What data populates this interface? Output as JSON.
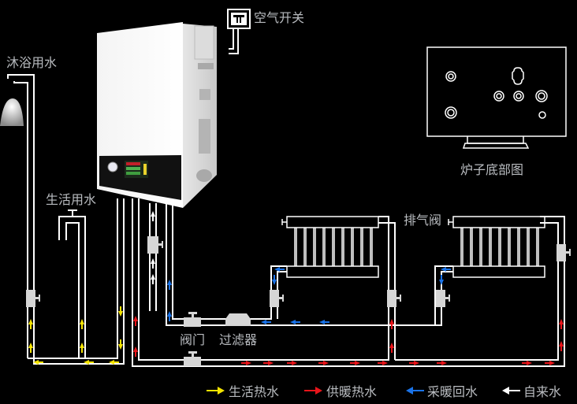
{
  "title": "电采暖炉安装示意图",
  "labels": {
    "air_switch": "空气开关",
    "shower_water": "沐浴用水",
    "domestic_water": "生活用水",
    "valve": "阀门",
    "filter": "过滤器",
    "air_vent": "排气阀",
    "boiler_bottom_view": "炉子底部图"
  },
  "legend": [
    {
      "label": "生活热水",
      "color": "#f5e400",
      "direction": "right",
      "icon": "arrow-right-icon"
    },
    {
      "label": "供暖热水",
      "color": "#e8141a",
      "direction": "right",
      "icon": "arrow-right-icon"
    },
    {
      "label": "采暖回水",
      "color": "#1a73e8",
      "direction": "left",
      "icon": "arrow-left-icon"
    },
    {
      "label": "自来水",
      "color": "#ffffff",
      "direction": "left",
      "icon": "arrow-left-icon"
    }
  ],
  "colors": {
    "background": "#000000",
    "pipe": "#ffffff",
    "component": "#d6d6d6",
    "text": "#b9bcc0",
    "domestic_hot": "#f5e400",
    "heating_supply": "#e8141a",
    "heating_return": "#1a73e8",
    "tap_water": "#ffffff"
  },
  "bottom_view": {
    "ports": [
      "double-ring",
      "double-ring",
      "double-ring",
      "double-ring",
      "double-ring",
      "single-ring",
      "oval-fitting"
    ]
  },
  "radiators": {
    "count": 2,
    "fins_per_radiator": 9
  }
}
